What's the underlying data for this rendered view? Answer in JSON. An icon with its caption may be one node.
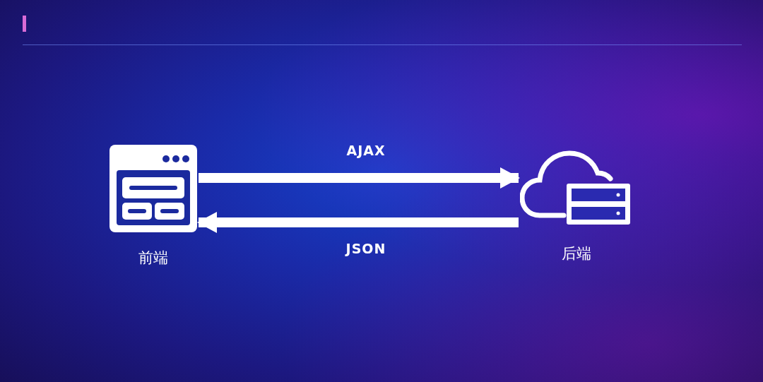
{
  "diagram": {
    "nodes": [
      {
        "text": [
          "前端"
        ]
      },
      {
        "text": [
          "后端"
        ]
      }
    ],
    "edges": [
      {
        "from": 0,
        "to": 1,
        "arrow": "to",
        "label": "AJAX"
      },
      {
        "from": 1,
        "to": 0,
        "arrow": "to",
        "label": "JSON"
      }
    ]
  }
}
